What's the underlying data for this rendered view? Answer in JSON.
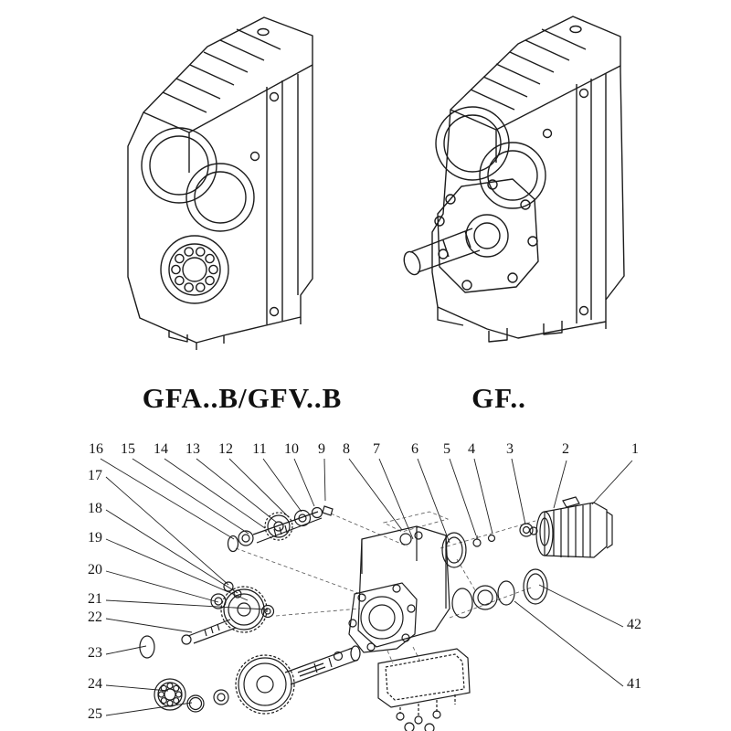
{
  "models": {
    "left_label": "GFA..B/GFV..B",
    "right_label": "GF.."
  },
  "callouts": {
    "top": [
      "16",
      "15",
      "14",
      "13",
      "12",
      "11",
      "10",
      "9",
      "8",
      "7",
      "6",
      "5",
      "4",
      "3",
      "2",
      "1"
    ],
    "left": [
      "17",
      "18",
      "19",
      "20",
      "21",
      "22",
      "23",
      "24",
      "25"
    ],
    "right": [
      "42",
      "41"
    ]
  },
  "colors": {
    "background": "#ffffff",
    "line": "#1c1c1c"
  }
}
